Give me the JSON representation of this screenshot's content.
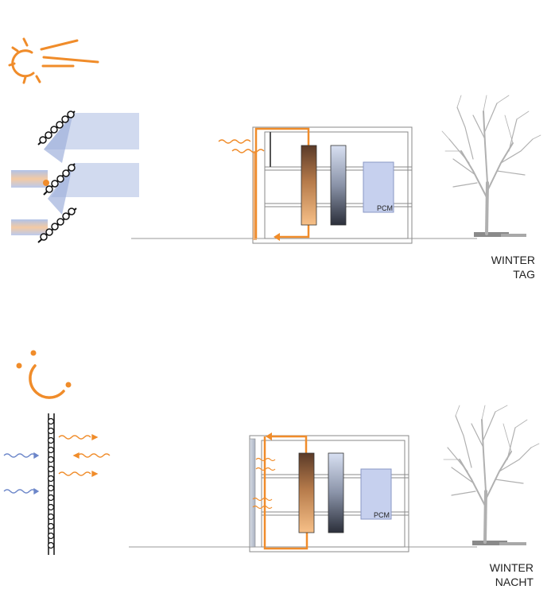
{
  "colors": {
    "orange": "#f08c2a",
    "blue_light": "#c9d3ec",
    "blue_mid": "#9fb0dc",
    "blue_dark": "#5f78c0",
    "wave_blue": "#6c86c9",
    "line_grey": "#8a8a8a",
    "tree": "#b0b0b0"
  },
  "icons": {
    "top": "sun-icon",
    "bottom": "moon-icon"
  },
  "scenes": [
    {
      "label_line1": "WINTER",
      "label_line2": "TAG",
      "pcm_label": "PCM"
    },
    {
      "label_line1": "WINTER",
      "label_line2": "NACHT",
      "pcm_label": "PCM"
    }
  ]
}
